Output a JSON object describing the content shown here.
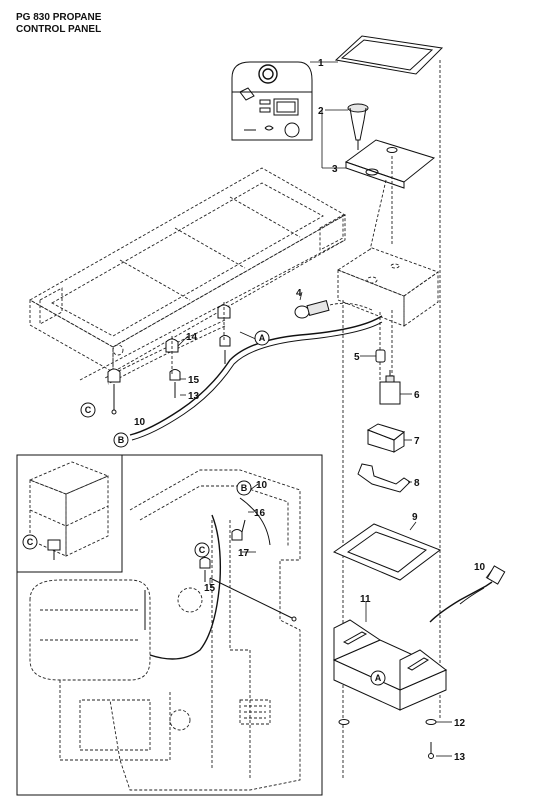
{
  "title": {
    "line1": "PG 830 PROPANE",
    "line2": "CONTROL PANEL"
  },
  "callouts": [
    {
      "id": "1",
      "label": "1"
    },
    {
      "id": "2",
      "label": "2"
    },
    {
      "id": "3",
      "label": "3"
    },
    {
      "id": "4",
      "label": "4"
    },
    {
      "id": "5",
      "label": "5"
    },
    {
      "id": "6",
      "label": "6"
    },
    {
      "id": "7",
      "label": "7"
    },
    {
      "id": "8",
      "label": "8"
    },
    {
      "id": "9",
      "label": "9"
    },
    {
      "id": "10a",
      "label": "10"
    },
    {
      "id": "10b",
      "label": "10"
    },
    {
      "id": "10c",
      "label": "10"
    },
    {
      "id": "11",
      "label": "11"
    },
    {
      "id": "12",
      "label": "12"
    },
    {
      "id": "13a",
      "label": "13"
    },
    {
      "id": "13b",
      "label": "13"
    },
    {
      "id": "14",
      "label": "14"
    },
    {
      "id": "15a",
      "label": "15"
    },
    {
      "id": "15b",
      "label": "15"
    },
    {
      "id": "16",
      "label": "16"
    },
    {
      "id": "17",
      "label": "17"
    }
  ],
  "connectors": [
    {
      "id": "A1",
      "label": "A"
    },
    {
      "id": "A2",
      "label": "A"
    },
    {
      "id": "B1",
      "label": "B"
    },
    {
      "id": "B2",
      "label": "B"
    },
    {
      "id": "C1",
      "label": "C"
    },
    {
      "id": "C2",
      "label": "C"
    },
    {
      "id": "C3",
      "label": "C"
    }
  ]
}
